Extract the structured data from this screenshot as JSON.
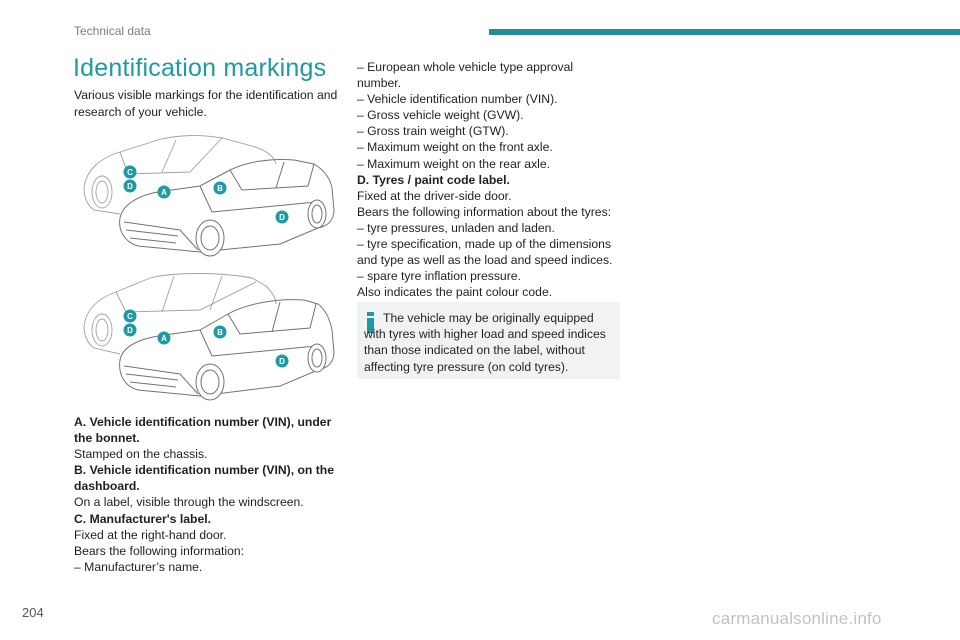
{
  "header": {
    "section": "Technical data"
  },
  "page_title": "Identification markings",
  "intro": "Various visible markings for the identification and research of your vehicle.",
  "figure_labels": [
    "A",
    "B",
    "C",
    "D"
  ],
  "left_lines": [
    {
      "text": "A. Vehicle identification number (VIN), under",
      "bold": true
    },
    {
      "text": "the bonnet.",
      "bold": true
    },
    {
      "text": "Stamped on the chassis.",
      "bold": false
    },
    {
      "text": "B. Vehicle identification number (VIN), on the",
      "bold": true
    },
    {
      "text": "dashboard.",
      "bold": true
    },
    {
      "text": "On a label, visible through the windscreen.",
      "bold": false
    },
    {
      "text": "C. Manufacturer's label.",
      "bold": true
    },
    {
      "text": "Fixed at the right-hand door.",
      "bold": false
    },
    {
      "text": "Bears the following information:",
      "bold": false
    },
    {
      "text": "–  Manufacturer’s name.",
      "bold": false
    }
  ],
  "right_lines": [
    {
      "text": "–  European whole vehicle type approval",
      "bold": false
    },
    {
      "text": "number.",
      "bold": false
    },
    {
      "text": "–  Vehicle identification number (VIN).",
      "bold": false
    },
    {
      "text": "–  Gross vehicle weight (GVW).",
      "bold": false
    },
    {
      "text": "–  Gross train weight (GTW).",
      "bold": false
    },
    {
      "text": "–  Maximum weight on the front axle.",
      "bold": false
    },
    {
      "text": "–  Maximum weight on the rear axle.",
      "bold": false
    },
    {
      "text": "D. Tyres / paint code label.",
      "bold": true
    },
    {
      "text": "Fixed at the driver-side door.",
      "bold": false
    },
    {
      "text": "Bears the following information about the tyres:",
      "bold": false
    },
    {
      "text": "–  tyre pressures, unladen and laden.",
      "bold": false
    },
    {
      "text": "–  tyre specification, made up of the dimensions",
      "bold": false
    },
    {
      "text": "and type as well as the load and speed indices.",
      "bold": false
    },
    {
      "text": "–  spare tyre inflation pressure.",
      "bold": false
    },
    {
      "text": "Also indicates the paint colour code.",
      "bold": false
    }
  ],
  "info_note": "The vehicle may be originally equipped with tyres with higher load and speed indices than those indicated on the label, without affecting tyre pressure (on cold tyres).",
  "page_number": "204",
  "watermark": "carmanualsonline.info",
  "colors": {
    "accent": "#1f9aa3",
    "header_bar": "#1e8e97",
    "badge": "#1f9aa3",
    "info_bg": "#f1f2f4"
  }
}
